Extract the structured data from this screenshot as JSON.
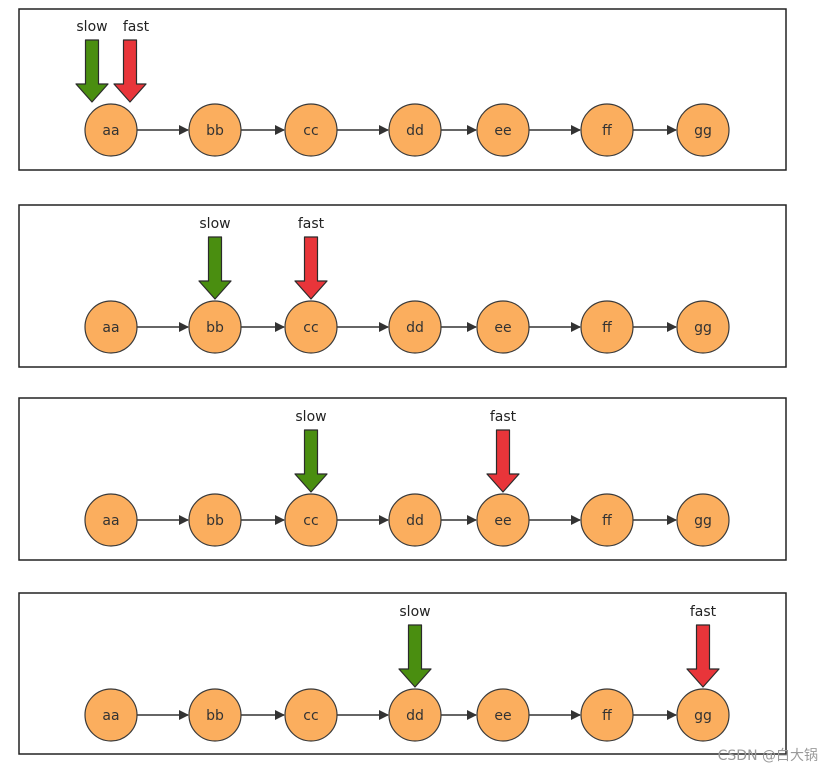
{
  "nodes": [
    "aa",
    "bb",
    "cc",
    "dd",
    "ee",
    "ff",
    "gg"
  ],
  "colors": {
    "node_fill": "#FBAE5E",
    "node_stroke": "#3a3a3a",
    "slow_arrow": "#4A8E10",
    "fast_arrow": "#E8353A",
    "frame": "#222222",
    "link": "#333333"
  },
  "steps": [
    {
      "slow_label": "slow",
      "fast_label": "fast",
      "slow_index": 0,
      "fast_index": 0
    },
    {
      "slow_label": "slow",
      "fast_label": "fast",
      "slow_index": 1,
      "fast_index": 2
    },
    {
      "slow_label": "slow",
      "fast_label": "fast",
      "slow_index": 2,
      "fast_index": 4
    },
    {
      "slow_label": "slow",
      "fast_label": "fast",
      "slow_index": 3,
      "fast_index": 6
    }
  ],
  "watermark": "CSDN @白大锅"
}
